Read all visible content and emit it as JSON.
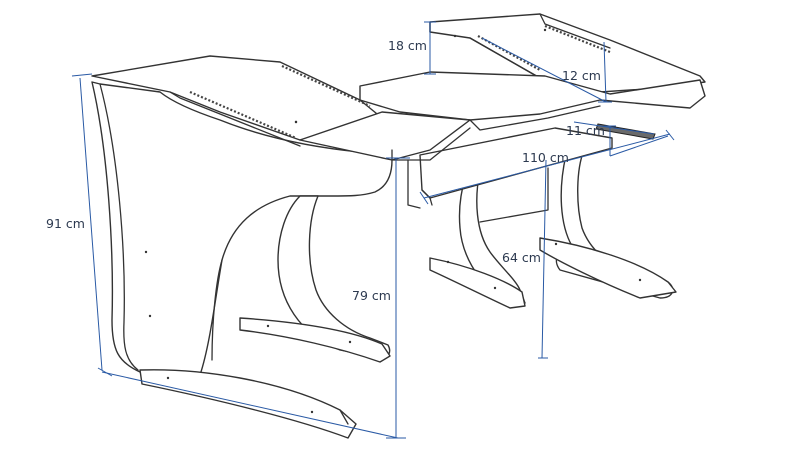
{
  "dimensions": {
    "total_height": "91 cm",
    "desk_height": "79 cm",
    "leg_height": "64 cm",
    "riser_height": "18 cm",
    "riser_depth": "12 cm",
    "keyboard_tray_depth": "11 cm",
    "width": "110 cm"
  },
  "colors": {
    "dimension_line": "#2a5aa5",
    "outline": "#333333",
    "label": "#2d3a50"
  }
}
